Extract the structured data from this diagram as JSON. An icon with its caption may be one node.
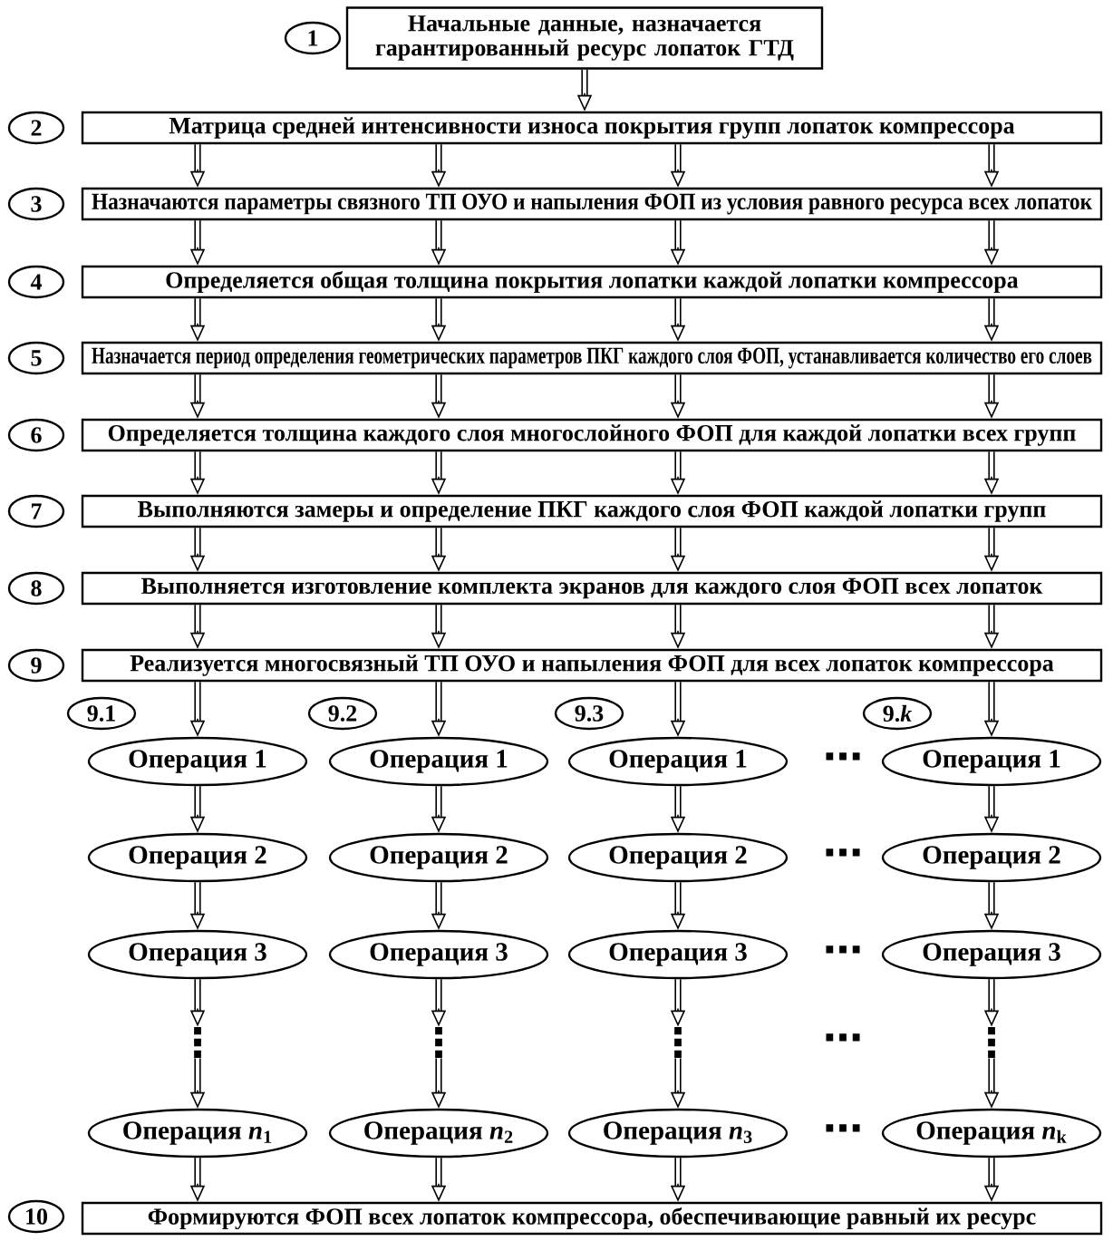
{
  "diagram": {
    "nodes": [
      {
        "text": [
          "1"
        ]
      },
      {
        "text": [
          "Начальные данные, назначается гарантированный ресурс лопаток ГТД"
        ]
      },
      {
        "text": [
          "2"
        ]
      },
      {
        "text": [
          "Матрица средней интенсивности износа покрытия групп лопаток компрессора"
        ]
      },
      {
        "text": [
          "3"
        ]
      },
      {
        "text": [
          "Назначаются параметры связного ТП ОУО и напыления ФОП из условия равного ресурса всех лопаток"
        ]
      },
      {
        "text": [
          "4"
        ]
      },
      {
        "text": [
          "Определяется общая толщина покрытия лопатки каждой лопатки компрессора"
        ]
      },
      {
        "text": [
          "5"
        ]
      },
      {
        "text": [
          "Назначается период определения геометрических параметров ПКГ каждого слоя ФОП, устанавливается количество его слоев"
        ]
      },
      {
        "text": [
          "6"
        ]
      },
      {
        "text": [
          "Определяется толщина каждого слоя многослойного ФОП для каждой лопатки всех групп"
        ]
      },
      {
        "text": [
          "7"
        ]
      },
      {
        "text": [
          "Выполняются замеры и определение ПКГ каждого слоя ФОП каждой лопатки групп"
        ]
      },
      {
        "text": [
          "8"
        ]
      },
      {
        "text": [
          "Выполняется изготовление комплекта экранов для каждого слоя ФОП всех лопаток"
        ]
      },
      {
        "text": [
          "9"
        ]
      },
      {
        "text": [
          "Реализуется многосвязный ТП ОУО и напыления ФОП для всех лопаток компрессора"
        ]
      },
      {
        "text": [
          "9.1"
        ]
      },
      {
        "text": [
          "9.2"
        ]
      },
      {
        "text": [
          "9.3"
        ]
      },
      {
        "text": [
          "9.*k*"
        ]
      },
      {
        "text": [
          "Операция 1"
        ]
      },
      {
        "text": [
          "Операция 1"
        ]
      },
      {
        "text": [
          "Операция 1"
        ]
      },
      {
        "text": [
          "Операция 1"
        ]
      },
      {
        "text": [
          "Операция 2"
        ]
      },
      {
        "text": [
          "Операция 2"
        ]
      },
      {
        "text": [
          "Операция 2"
        ]
      },
      {
        "text": [
          "Операция 2"
        ]
      },
      {
        "text": [
          "Операция 3"
        ]
      },
      {
        "text": [
          "Операция 3"
        ]
      },
      {
        "text": [
          "Операция 3"
        ]
      },
      {
        "text": [
          "Операция 3"
        ]
      },
      {
        "text": [
          "⋮"
        ]
      },
      {
        "text": [
          "⋮"
        ]
      },
      {
        "text": [
          "⋮"
        ]
      },
      {
        "text": [
          "⋮"
        ]
      },
      {
        "text": [
          "Операция *n*$_{1}$"
        ]
      },
      {
        "text": [
          "Операция *n*$_{2}$"
        ]
      },
      {
        "text": [
          "Операция *n*$_{3}$"
        ]
      },
      {
        "text": [
          "Операция *n*$_{k}$"
        ]
      },
      {
        "text": [
          "10"
        ]
      },
      {
        "text": [
          "Формируются ФОП всех лопаток компрессора, обеспечивающие равный их ресурс"
        ]
      }
    ],
    "edges": [
      {
        "from": 1,
        "to": 3,
        "arrow": "to"
      },
      {
        "from": 3,
        "to": 5,
        "arrow": "to"
      },
      {
        "from": 3,
        "to": 5,
        "arrow": "to"
      },
      {
        "from": 3,
        "to": 5,
        "arrow": "to"
      },
      {
        "from": 3,
        "to": 5,
        "arrow": "to"
      },
      {
        "from": 5,
        "to": 7,
        "arrow": "to"
      },
      {
        "from": 5,
        "to": 7,
        "arrow": "to"
      },
      {
        "from": 5,
        "to": 7,
        "arrow": "to"
      },
      {
        "from": 5,
        "to": 7,
        "arrow": "to"
      },
      {
        "from": 7,
        "to": 9,
        "arrow": "to"
      },
      {
        "from": 7,
        "to": 9,
        "arrow": "to"
      },
      {
        "from": 7,
        "to": 9,
        "arrow": "to"
      },
      {
        "from": 7,
        "to": 9,
        "arrow": "to"
      },
      {
        "from": 9,
        "to": 11,
        "arrow": "to"
      },
      {
        "from": 9,
        "to": 11,
        "arrow": "to"
      },
      {
        "from": 9,
        "to": 11,
        "arrow": "to"
      },
      {
        "from": 9,
        "to": 11,
        "arrow": "to"
      },
      {
        "from": 11,
        "to": 13,
        "arrow": "to"
      },
      {
        "from": 11,
        "to": 13,
        "arrow": "to"
      },
      {
        "from": 11,
        "to": 13,
        "arrow": "to"
      },
      {
        "from": 11,
        "to": 13,
        "arrow": "to"
      },
      {
        "from": 13,
        "to": 15,
        "arrow": "to"
      },
      {
        "from": 13,
        "to": 15,
        "arrow": "to"
      },
      {
        "from": 13,
        "to": 15,
        "arrow": "to"
      },
      {
        "from": 13,
        "to": 15,
        "arrow": "to"
      },
      {
        "from": 15,
        "to": 17,
        "arrow": "to"
      },
      {
        "from": 15,
        "to": 17,
        "arrow": "to"
      },
      {
        "from": 15,
        "to": 17,
        "arrow": "to"
      },
      {
        "from": 15,
        "to": 17,
        "arrow": "to"
      },
      {
        "from": 17,
        "to": 22,
        "arrow": "to"
      },
      {
        "from": 17,
        "to": 23,
        "arrow": "to"
      },
      {
        "from": 17,
        "to": 24,
        "arrow": "to"
      },
      {
        "from": 17,
        "to": 25,
        "arrow": "to"
      },
      {
        "from": 22,
        "to": 26,
        "arrow": "to"
      },
      {
        "from": 23,
        "to": 27,
        "arrow": "to"
      },
      {
        "from": 24,
        "to": 28,
        "arrow": "to"
      },
      {
        "from": 25,
        "to": 29,
        "arrow": "to"
      },
      {
        "from": 26,
        "to": 30,
        "arrow": "to"
      },
      {
        "from": 27,
        "to": 31,
        "arrow": "to"
      },
      {
        "from": 28,
        "to": 32,
        "arrow": "to"
      },
      {
        "from": 29,
        "to": 33,
        "arrow": "to"
      },
      {
        "from": 30,
        "to": 34,
        "arrow": "to"
      },
      {
        "from": 31,
        "to": 35,
        "arrow": "to"
      },
      {
        "from": 32,
        "to": 36,
        "arrow": "to"
      },
      {
        "from": 33,
        "to": 37,
        "arrow": "to"
      },
      {
        "from": 34,
        "to": 38,
        "arrow": "to"
      },
      {
        "from": 35,
        "to": 39,
        "arrow": "to"
      },
      {
        "from": 36,
        "to": 40,
        "arrow": "to"
      },
      {
        "from": 37,
        "to": 41,
        "arrow": "to"
      },
      {
        "from": 38,
        "to": 43,
        "arrow": "to"
      },
      {
        "from": 39,
        "to": 43,
        "arrow": "to"
      },
      {
        "from": 40,
        "to": 43,
        "arrow": "to"
      },
      {
        "from": 41,
        "to": 43,
        "arrow": "to"
      }
    ],
    "labels": [
      "⋯",
      "⋯",
      "⋯",
      "⋯",
      "⋯"
    ]
  }
}
